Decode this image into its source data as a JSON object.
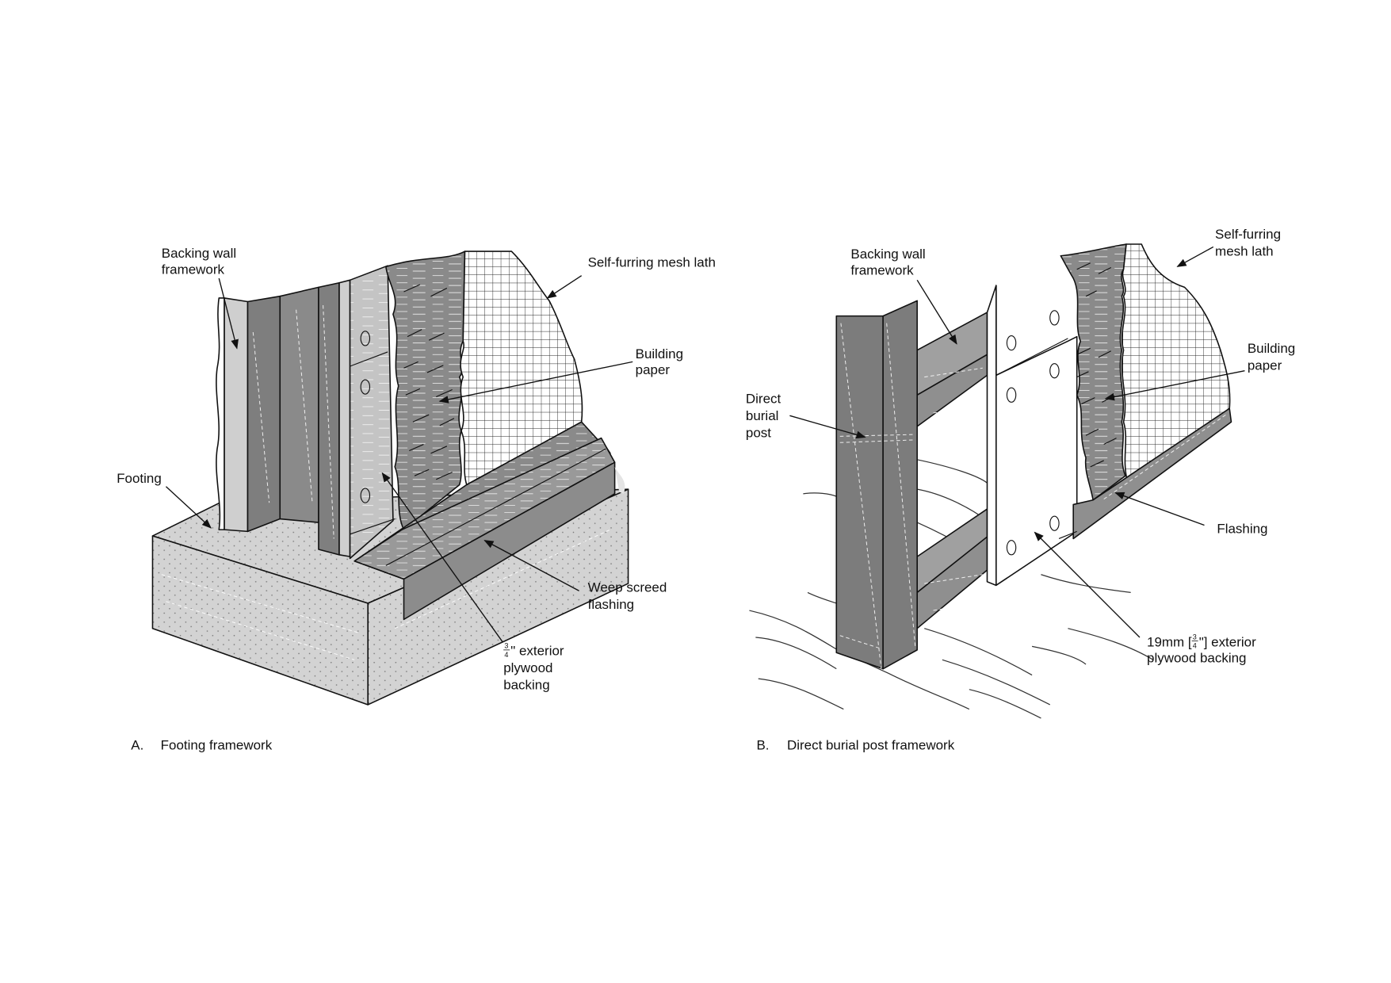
{
  "figure": {
    "panel_a": {
      "caption_letter": "A.",
      "caption_text": "Footing framework",
      "labels": {
        "backing_wall_1": "Backing wall",
        "backing_wall_2": "framework",
        "self_furring": "Self-furring mesh lath",
        "building_paper_1": "Building",
        "building_paper_2": "paper",
        "footing": "Footing",
        "weep_screed_1": "Weep screed",
        "weep_screed_2": "flashing",
        "plywood_frac_num": "3",
        "plywood_frac_den": "4",
        "plywood_1": "\" exterior",
        "plywood_2": "plywood",
        "plywood_3": "backing"
      }
    },
    "panel_b": {
      "caption_letter": "B.",
      "caption_text": "Direct burial post framework",
      "labels": {
        "backing_wall_1": "Backing wall",
        "backing_wall_2": "framework",
        "self_furring_1": "Self-furring",
        "self_furring_2": "mesh lath",
        "building_paper_1": "Building",
        "building_paper_2": "paper",
        "direct_burial_1": "Direct",
        "direct_burial_2": "burial",
        "direct_burial_3": "post",
        "flashing": "Flashing",
        "plywood_pre": "19mm [",
        "plywood_frac_num": "3",
        "plywood_frac_den": "4",
        "plywood_post": "\"] exterior",
        "plywood_2": "plywood backing"
      }
    },
    "colors": {
      "dark_metal": "#7a7a7a",
      "mid_metal": "#9a9a9a",
      "light_metal": "#cfcfcf",
      "concrete": "#d4d4d4",
      "paper": "#8e8e8e",
      "line": "#111111"
    }
  }
}
